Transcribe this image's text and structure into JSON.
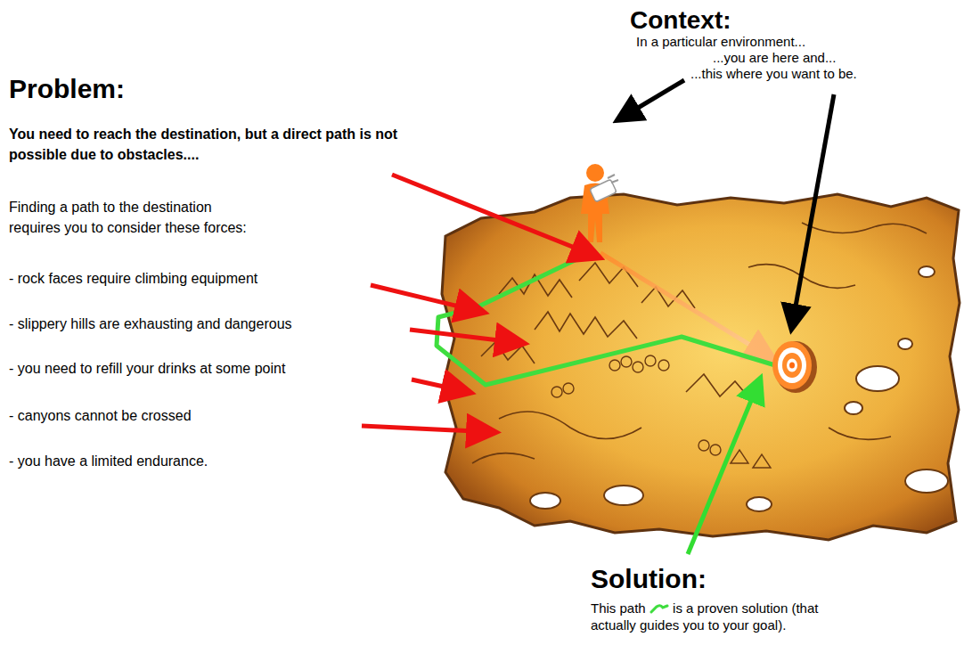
{
  "diagram": {
    "labels": [
      "Problem:",
      "You need to reach the destination, but a direct path is not possible due to obstacles....",
      "Finding a path to the destination requires you to consider these forces:",
      "- rock faces require climbing equipment",
      "- slippery hills are exhausting and dangerous",
      "- you need to refill your drinks at some point",
      "- canyons cannot be crossed",
      "- you have a limited endurance.",
      "Context:",
      "In a particular environment...",
      "...you are here and...",
      "...this where you want to be.",
      "Solution:",
      "This path",
      "is a proven solution (that actually guides you to your goal)."
    ]
  }
}
